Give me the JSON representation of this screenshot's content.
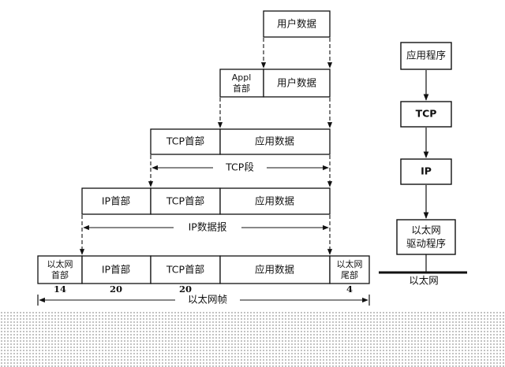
{
  "encapsulation": {
    "user_data": "用户数据",
    "appl_header_line1": "Appl",
    "appl_header_line2": "首部",
    "tcp_header": "TCP首部",
    "app_data": "应用数据",
    "tcp_segment": "TCP段",
    "ip_header": "IP首部",
    "ip_datagram": "IP数据报",
    "eth_header_line1": "以太网",
    "eth_header_line2": "首部",
    "eth_trailer_line1": "以太网",
    "eth_trailer_line2": "尾部",
    "eth_frame": "以太网帧",
    "size_eth_header": "14",
    "size_ip_header": "20",
    "size_tcp_header": "20",
    "size_eth_trailer": "4"
  },
  "stack": {
    "application": "应用程序",
    "tcp": "TCP",
    "ip": "IP",
    "driver_line1": "以太网",
    "driver_line2": "驱动程序",
    "network": "以太网"
  }
}
